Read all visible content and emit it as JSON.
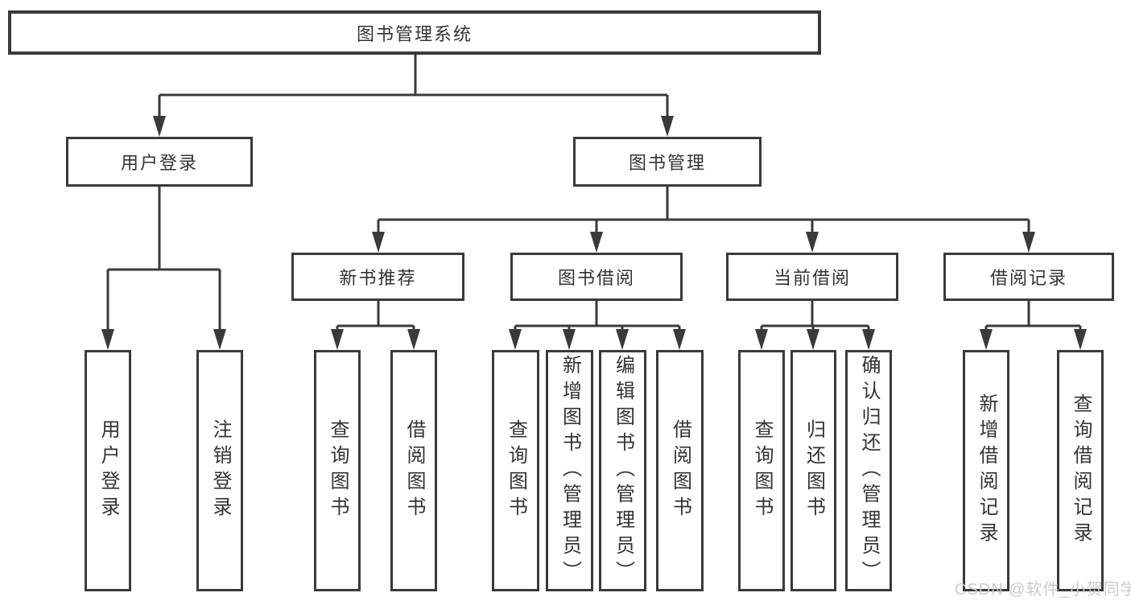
{
  "diagram": {
    "type": "tree",
    "root": {
      "label": "图书管理系统"
    },
    "level2": [
      {
        "label": "用户登录",
        "parent": "图书管理系统"
      },
      {
        "label": "图书管理",
        "parent": "图书管理系统"
      }
    ],
    "level3": [
      {
        "label": "新书推荐",
        "parent": "图书管理"
      },
      {
        "label": "图书借阅",
        "parent": "图书管理"
      },
      {
        "label": "当前借阅",
        "parent": "图书管理"
      },
      {
        "label": "借阅记录",
        "parent": "图书管理"
      }
    ],
    "leaves": [
      {
        "label": "用户登录",
        "parent": "用户登录"
      },
      {
        "label": "注销登录",
        "parent": "用户登录"
      },
      {
        "label": "查询图书",
        "parent": "新书推荐"
      },
      {
        "label": "借阅图书",
        "parent": "新书推荐"
      },
      {
        "label": "查询图书",
        "parent": "图书借阅"
      },
      {
        "label": "新增图书（管理员）",
        "parent": "图书借阅"
      },
      {
        "label": "编辑图书（管理员）",
        "parent": "图书借阅"
      },
      {
        "label": "借阅图书",
        "parent": "图书借阅"
      },
      {
        "label": "查询图书",
        "parent": "当前借阅"
      },
      {
        "label": "归还图书",
        "parent": "当前借阅"
      },
      {
        "label": "确认归还（管理员）",
        "parent": "当前借阅"
      },
      {
        "label": "新增借阅记录",
        "parent": "借阅记录"
      },
      {
        "label": "查询借阅记录",
        "parent": "借阅记录"
      }
    ]
  },
  "watermark": {
    "text": "CSDN @软件_小贺同学"
  },
  "colors": {
    "line": "#3a3a3a",
    "text": "#333333",
    "background": "#ffffff",
    "watermark": "#c9c9c9"
  }
}
